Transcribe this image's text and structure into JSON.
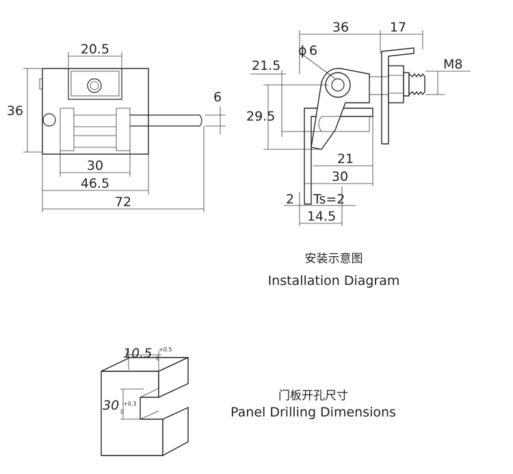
{
  "front_view": {
    "dim_top": "20.5",
    "dim_left": "36",
    "dim_right": "6",
    "dim_inner": "30",
    "dim_mid": "46.5",
    "dim_total": "72"
  },
  "installation": {
    "dim_top": "36",
    "dim_top_right": "17",
    "dim_pin": "6",
    "phi_symbol": "ϕ",
    "dim_thread": "M8",
    "dim_left_upper": "21.5",
    "dim_left_lower": "29.5",
    "dim_bottom_1": "21",
    "dim_bottom_2": "30",
    "dim_gap": "2",
    "dim_ts": "Ts=2",
    "dim_bottom_3": "14.5",
    "caption_cn": "安装示意图",
    "caption_en": "Installation Diagram"
  },
  "drilling": {
    "dim_width": "10.5",
    "width_tol_upper": "+0.5",
    "width_tol_lower": "0",
    "dim_height": "30",
    "height_tol_upper": "+0.3",
    "height_tol_lower": "0",
    "caption_cn": "门板开孔尺寸",
    "caption_en": "Panel Drilling Dimensions"
  }
}
